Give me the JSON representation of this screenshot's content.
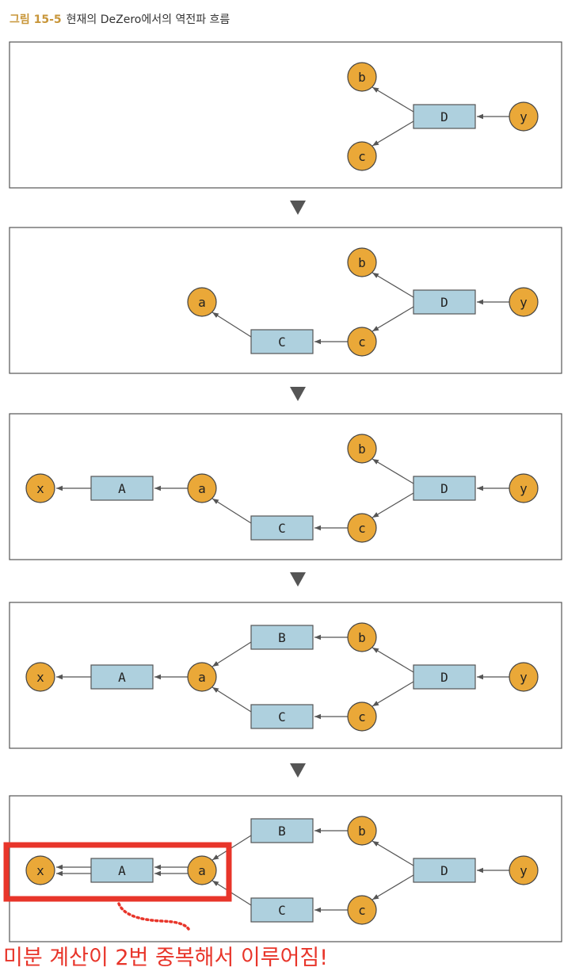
{
  "caption": {
    "figure_no": "그림 15-5",
    "title": "현재의 DeZero에서의 역전파 흐름"
  },
  "labels": {
    "x": "x",
    "a": "a",
    "b": "b",
    "c": "c",
    "y": "y",
    "A": "A",
    "B": "B",
    "C": "C",
    "D": "D"
  },
  "note": "미분 계산이 2번 중복해서 이루어짐!",
  "colors": {
    "variable": "#eaa838",
    "function": "#aed0de",
    "highlight": "#e8352a"
  }
}
